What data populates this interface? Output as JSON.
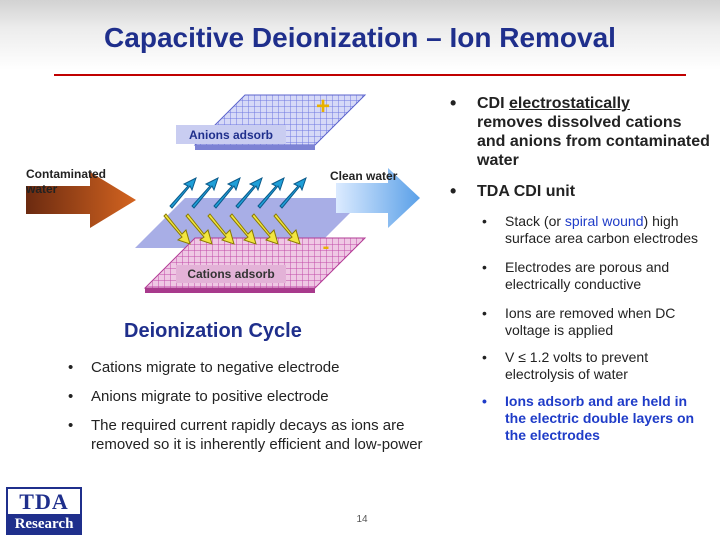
{
  "slide": {
    "title": "Capacitive Deionization – Ion Removal",
    "page_number": "14"
  },
  "diagram": {
    "anion_label": "Anions adsorb",
    "cation_label": "Cations adsorb",
    "inlet_label_line1": "Contaminated",
    "inlet_label_line2": "water",
    "outlet_label": "Clean water",
    "plus_sign": "+",
    "minus_sign": "-"
  },
  "cycle": {
    "title": "Deionization Cycle",
    "bullets": [
      "Cations migrate to negative electrode",
      "Anions migrate to positive electrode",
      "The required current rapidly decays as ions are removed so it is inherently efficient and low-power"
    ]
  },
  "right": {
    "cdi_prefix": "CDI ",
    "cdi_link": "electrostatically",
    "cdi_rest": "removes dissolved cations and anions from contaminated water",
    "tda_unit": "TDA CDI unit",
    "stack_prefix": "Stack (or ",
    "stack_highlight": "spiral wound",
    "stack_rest": ") high surface area carbon electrodes",
    "porous": "Electrodes are porous and electrically conductive",
    "removed": "Ions are removed when DC voltage is applied",
    "voltage": "V ≤ 1.2 volts to prevent electrolysis of water",
    "adsorb": "Ions adsorb and are held in the electric double layers on the electrodes"
  },
  "logo": {
    "top": "TDA",
    "bottom": "Research"
  }
}
